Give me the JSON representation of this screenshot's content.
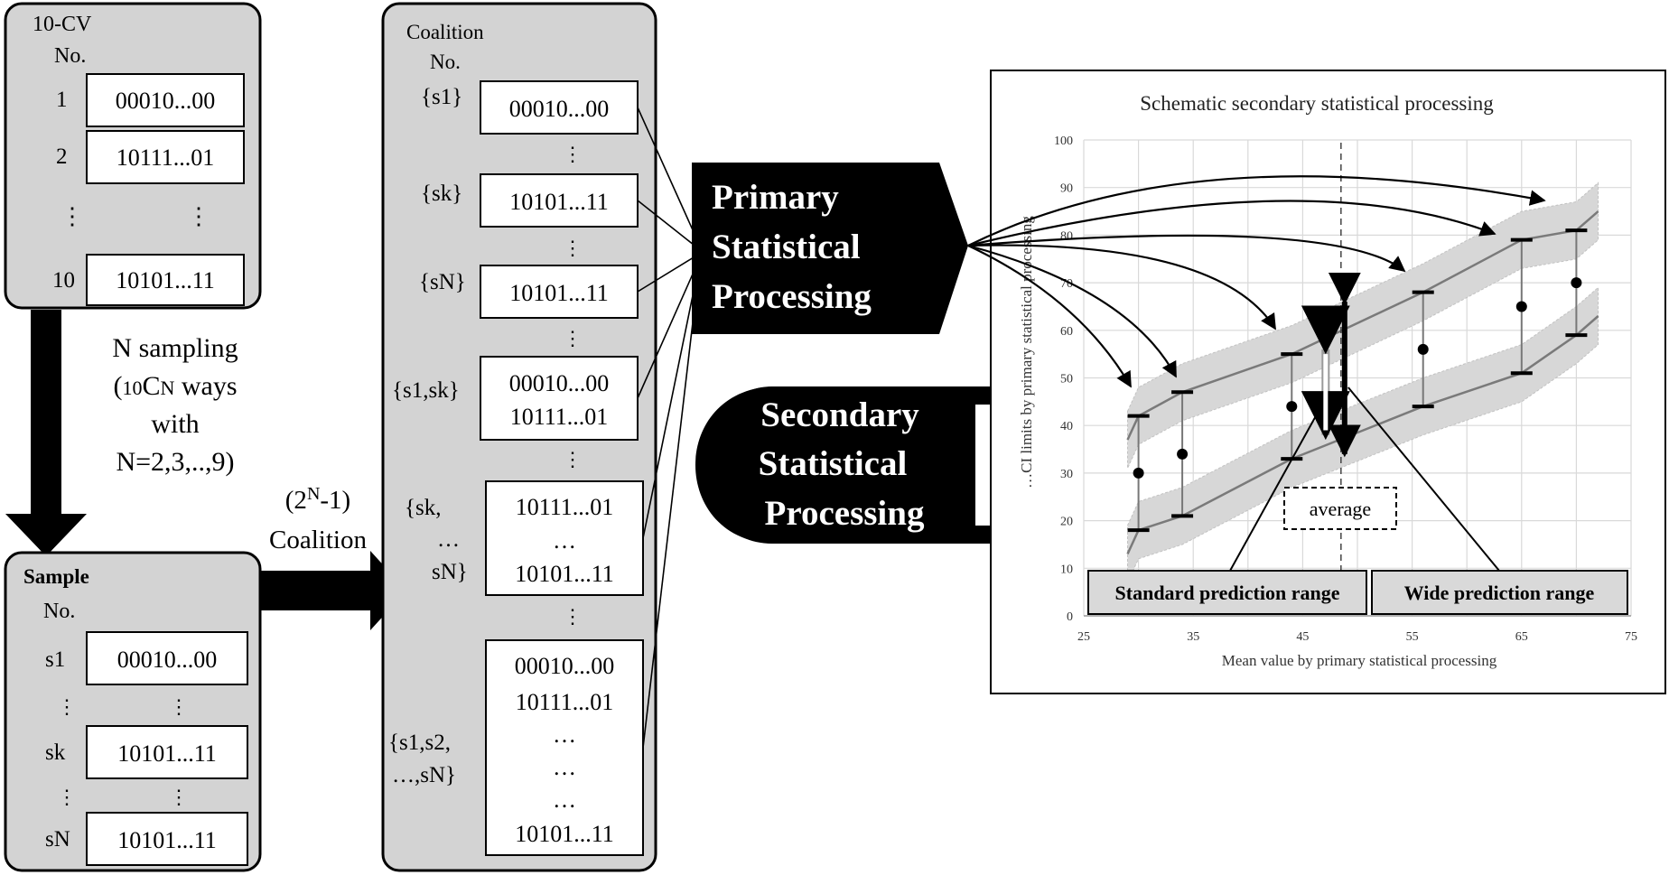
{
  "cv_panel": {
    "title": "10-CV",
    "no_label": "No.",
    "rows": [
      {
        "no": "1",
        "code": "00010...00"
      },
      {
        "no": "2",
        "code": "10111...01"
      },
      {
        "no": "10",
        "code": "10101...11"
      }
    ],
    "ellipsis": "⋮"
  },
  "sampling_label": {
    "line1": "N sampling",
    "line2_pre": "(",
    "line2_sub1": "10",
    "line2_mid": "C",
    "line2_sub2": "N",
    "line2_post": " ways",
    "line3": "with",
    "line4": "N=2,3,..,9)"
  },
  "coalition_count_label": {
    "pre": "(2",
    "sup": "N",
    "post": "-1)",
    "line2": "Coalition"
  },
  "sample_panel": {
    "title": "Sample",
    "no_label": "No.",
    "rows": [
      {
        "no": "s1",
        "code": "00010...00"
      },
      {
        "no": "sk",
        "code": "10101...11"
      },
      {
        "no": "sN",
        "code": "10101...11"
      }
    ],
    "ellipsis": "⋮"
  },
  "coalition_panel": {
    "title": "Coalition",
    "no_label": "No.",
    "rows": [
      {
        "label": "{s1}",
        "codes": [
          "00010...00"
        ]
      },
      {
        "label": "{sk}",
        "codes": [
          "10101...11"
        ]
      },
      {
        "label": "{sN}",
        "codes": [
          "10101...11"
        ]
      },
      {
        "label": "{s1,sk}",
        "codes": [
          "00010...00",
          "10111...01"
        ]
      },
      {
        "label_lines": [
          "{sk,",
          "…",
          "sN}"
        ],
        "codes": [
          "10111...01",
          "…",
          "10101...11"
        ]
      },
      {
        "label_lines": [
          "{s1,s2,",
          "…,sN}"
        ],
        "codes": [
          "00010...00",
          "10111...01",
          "…",
          "…",
          "…",
          "10101...11"
        ]
      }
    ],
    "ellipsis": "⋮"
  },
  "primary_label": [
    "Primary",
    "Statistical",
    "Processing"
  ],
  "secondary_label": [
    "Secondary",
    "Statistical",
    "Processing"
  ],
  "chart_data": {
    "type": "scatter",
    "title": "Schematic secondary statistical processing",
    "xlabel": "Mean value by primary statistical processing",
    "ylabel": "…CI limits by primary statistical processing",
    "xlim": [
      25,
      75
    ],
    "ylim": [
      0,
      100
    ],
    "xticks": [
      25,
      35,
      45,
      55,
      65,
      75
    ],
    "yticks": [
      0,
      10,
      20,
      30,
      40,
      50,
      60,
      70,
      80,
      90,
      100
    ],
    "grid": true,
    "points": [
      {
        "x": 30,
        "mean": 30,
        "lower": 18,
        "upper": 42
      },
      {
        "x": 34,
        "mean": 34,
        "lower": 21,
        "upper": 47
      },
      {
        "x": 44,
        "mean": 44,
        "lower": 33,
        "upper": 55
      },
      {
        "x": 56,
        "mean": 56,
        "lower": 44,
        "upper": 68
      },
      {
        "x": 65,
        "mean": 65,
        "lower": 51,
        "upper": 79
      },
      {
        "x": 70,
        "mean": 70,
        "lower": 59,
        "upper": 81
      }
    ],
    "average_x": 48.5,
    "annotations": {
      "average": "average",
      "standard": "Standard prediction range",
      "wide": "Wide prediction range"
    }
  }
}
